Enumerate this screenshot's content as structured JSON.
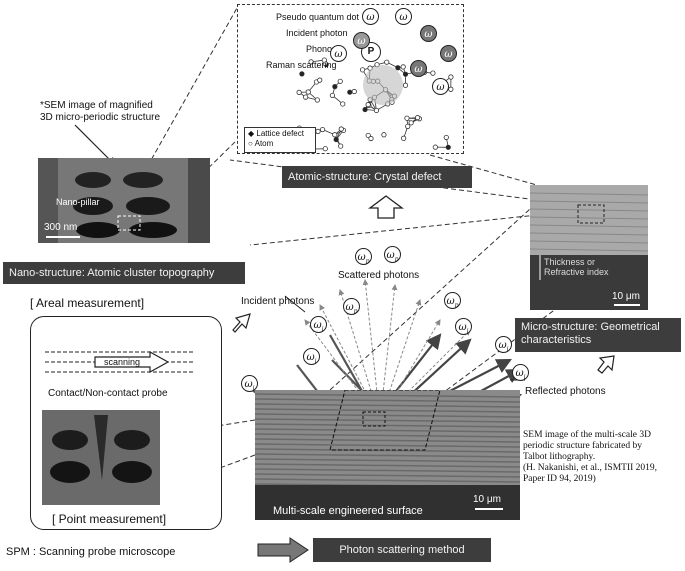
{
  "top_inset": {
    "pseudo_quantum_dot": "Pseudo quantum dot",
    "incident_photon": "Incident photon",
    "phonon": "Phonon",
    "raman_scattering": "Raman scattering",
    "legend_defect": "Lattice defect",
    "legend_atom": "Atom",
    "phonon_symbol": "P"
  },
  "sem_note": {
    "line1": "*SEM image of magnified",
    "line2": "3D micro-periodic structure"
  },
  "nano_image": {
    "pillar_label": "Nano-pillar",
    "scale": "300 nm"
  },
  "atomic_box": "Atomic-structure: Crystal defect",
  "nano_box": "Nano-structure: Atomic cluster topography",
  "areal": "[ Areal measurement]",
  "scattered_photons": "Scattered photons",
  "incident_photons": "Incident photons",
  "reflected_photons": "Reflected photons",
  "micro_image": {
    "thickness1": "Thickness or",
    "thickness2": "Refractive index",
    "scale": "10 μm"
  },
  "micro_box": {
    "line1": "Micro-structure: Geometrical",
    "line2": "characteristics"
  },
  "probe": {
    "scanning": "scanning",
    "caption": "Contact/Non-contact probe"
  },
  "point": "[ Point measurement]",
  "main_image": {
    "label": "Multi-scale engineered surface",
    "scale": "10 μm"
  },
  "sem_multi": {
    "line1": "SEM image of the multi-scale 3D",
    "line2": "periodic structure fabricated by",
    "line3": "Talbot lithography.",
    "line4": "(H. Nakanishi, et al., ISMTII 2019,",
    "line5": "Paper ID 94, 2019)"
  },
  "spm": "SPM : Scanning probe microscope",
  "photon_box": "Photon scattering method",
  "symbols": {
    "omega": "ω",
    "i": "i",
    "p": "p"
  }
}
